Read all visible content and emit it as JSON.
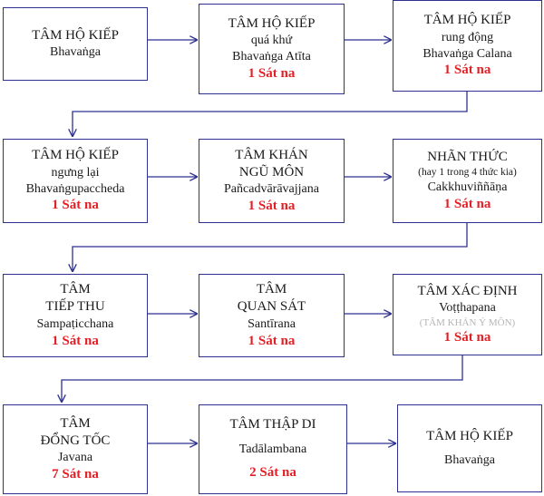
{
  "colors": {
    "border": "#2e3192",
    "arrow": "#2e3192",
    "duration": "#e31e24",
    "note_grey": "#b5b5b5"
  },
  "boxes": [
    {
      "title": "TÂM HỘ KIẾP",
      "sub": "Bhavaṅga"
    },
    {
      "title": "TÂM HỘ KIẾP",
      "line2": "quá khứ",
      "pali": "Bhavaṅga Atīta",
      "duration": "1 Sát na"
    },
    {
      "title": "TÂM HỘ KIẾP",
      "line2": "rung động",
      "pali": "Bhavaṅga Calana",
      "duration": "1 Sát na"
    },
    {
      "title": "TÂM HỘ KIẾP",
      "line2": "ngưng lại",
      "pali": "Bhavaṅgupaccheda",
      "duration": "1 Sát na"
    },
    {
      "title": "TÂM KHÁN",
      "line2": "NGŨ MÔN",
      "pali": "Pañcadvārāvajjana",
      "duration": "1 Sát na"
    },
    {
      "title": "NHÃN THỨC",
      "note": "(hay 1 trong 4 thức kia)",
      "pali": "Cakkhuviññāṇa",
      "duration": "1 Sát na"
    },
    {
      "title": "TÂM",
      "line2": "TIẾP THU",
      "pali": "Sampaṭicchana",
      "duration": "1 Sát na"
    },
    {
      "title": "TÂM",
      "line2": "QUAN SÁT",
      "pali": "Santīrana",
      "duration": "1 Sát na"
    },
    {
      "title": "TÂM XÁC ĐỊNH",
      "pali": "Voṭṭhapana",
      "note": "(TÂM KHÁN Ý MÔN)",
      "duration": "1 Sát na"
    },
    {
      "title": "TÂM",
      "line2": "ĐỔNG TỐC",
      "pali": "Javana",
      "duration": "7 Sát na"
    },
    {
      "title": "TÂM THẬP DI",
      "pali": "Tadālambana",
      "duration": "2 Sát na"
    },
    {
      "title": "TÂM HỘ KIẾP",
      "sub": "Bhavaṅga"
    }
  ]
}
